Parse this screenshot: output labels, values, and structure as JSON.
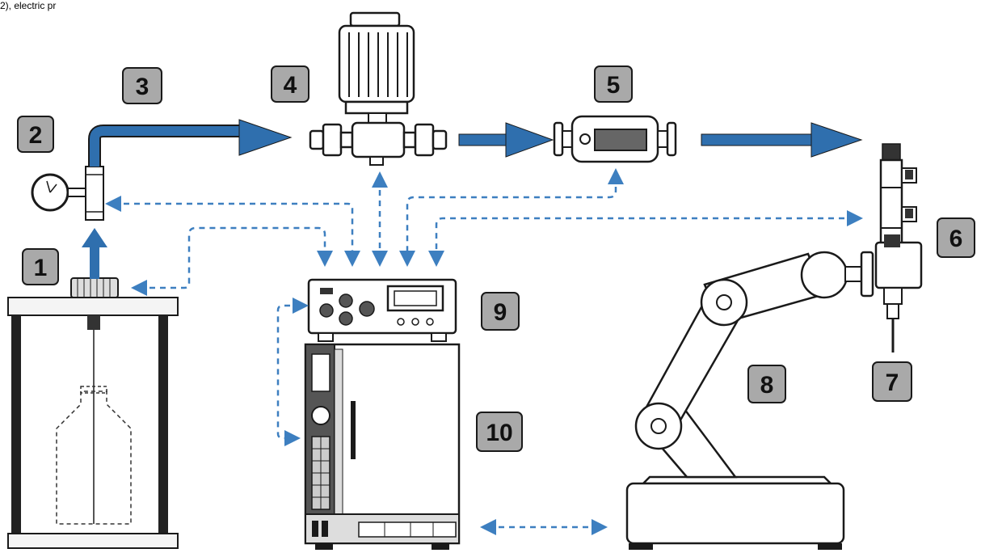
{
  "header_fragment": "2), electric pr",
  "labels": {
    "reservoir": "1",
    "pressure_gauge": "2",
    "feed_tube": "3",
    "pump": "4",
    "flow_meter": "5",
    "valve": "6",
    "needle": "7",
    "robot_arm": "8",
    "controller": "9",
    "cabinet": "10"
  },
  "colors": {
    "flow_arrow": "#2f6fae",
    "signal_line": "#3d7fc0",
    "badge_fill": "#a9a9a9",
    "outline": "#1a1a1a",
    "panel_dark": "#555555"
  },
  "icons": [
    "pressure-gauge-icon",
    "pump-motor-icon",
    "flow-meter-icon",
    "dispensing-valve-icon",
    "robot-arm-icon",
    "controller-icon",
    "cabinet-icon",
    "reservoir-icon"
  ]
}
